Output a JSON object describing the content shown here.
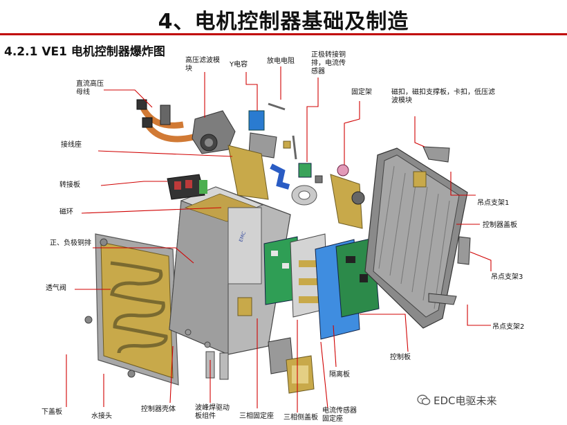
{
  "title": "4、电机控制器基础及制造",
  "subtitle": "4.2.1 VE1 电机控制器爆炸图",
  "colors": {
    "accent_line": "#c00000",
    "leader": "#d00000"
  },
  "labels": {
    "dc_bus": "直流高压母线",
    "hv_filter": "高压滤波模块",
    "y_cap": "Y电容",
    "discharge_res": "放电电阻",
    "pos_busbar": "正极转接铜排，电流传感器",
    "bracket": "固定架",
    "magnetic_lv": "磁扣，磁扣支撑板，卡扣，低压滤波模块",
    "terminal_block": "接线座",
    "adapter_board": "转接板",
    "mag_ring": "磁环",
    "pn_busbar": "正、负极铜排",
    "vent_valve": "透气阀",
    "lower_cover": "下盖板",
    "water_joint": "水接头",
    "housing": "控制器壳体",
    "driver_board": "波峰焊驱动板组件",
    "three_phase_mount": "三相固定座",
    "three_phase_cover": "三相侧盖板",
    "current_sensor_mount": "电流传感器固定座",
    "isolation_plate": "隔离板",
    "control_board": "控制板",
    "lift_bracket_1": "吊点支架1",
    "top_cover": "控制器盖板",
    "lift_bracket_3": "吊点支架3",
    "lift_bracket_2": "吊点支架2"
  },
  "watermark": "EDC电驱未来",
  "icons": [
    "wechat-icon"
  ]
}
